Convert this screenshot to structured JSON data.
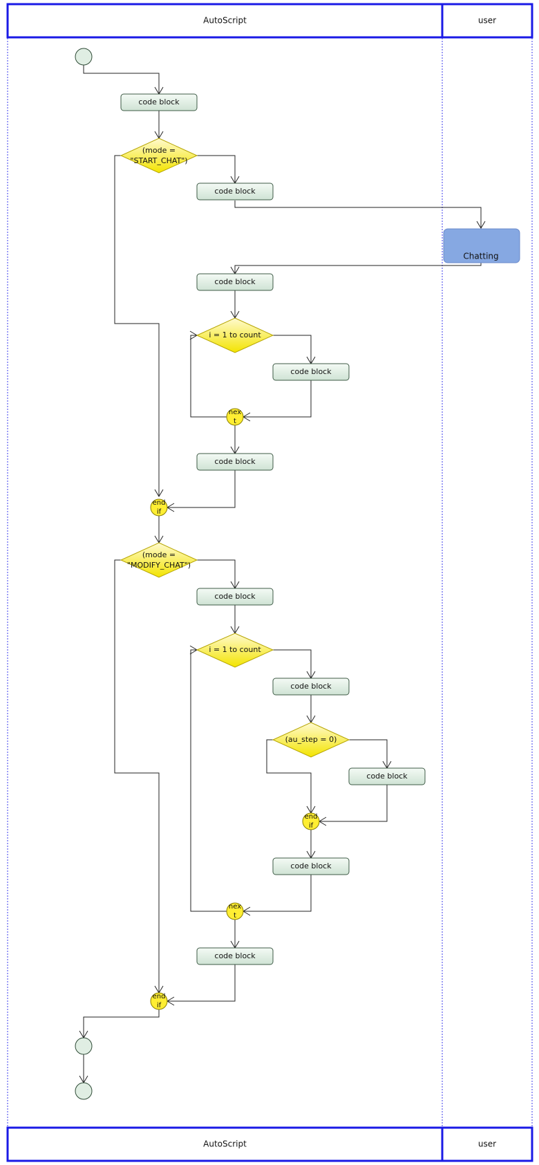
{
  "swimlanes": {
    "top": [
      {
        "label": "AutoScript"
      },
      {
        "label": "user"
      }
    ],
    "bottom": [
      {
        "label": "AutoScript"
      },
      {
        "label": "user"
      }
    ]
  },
  "nodes": {
    "code_block_label": "code block",
    "decision_start_chat": [
      "(mode =",
      "\"START_CHAT\")"
    ],
    "decision_modify_chat": [
      "(mode =",
      "\"MODIFY_CHAT\")"
    ],
    "decision_loop_1": "i = 1 to count",
    "decision_loop_2": "i = 1 to count",
    "decision_au_step": "(au_step = 0)",
    "next_label": [
      "nex",
      "t"
    ],
    "endif_label": [
      "end",
      "if"
    ],
    "user_activity": "Chatting"
  },
  "colors": {
    "lane_border": "#1a1ae6",
    "code_block_fill_top": "#f4faf5",
    "code_block_fill_bottom": "#cfe3d4",
    "decision_fill_top": "#fffad0",
    "decision_fill_bottom": "#f3e400",
    "user_activity_fill": "#86a8e2"
  }
}
